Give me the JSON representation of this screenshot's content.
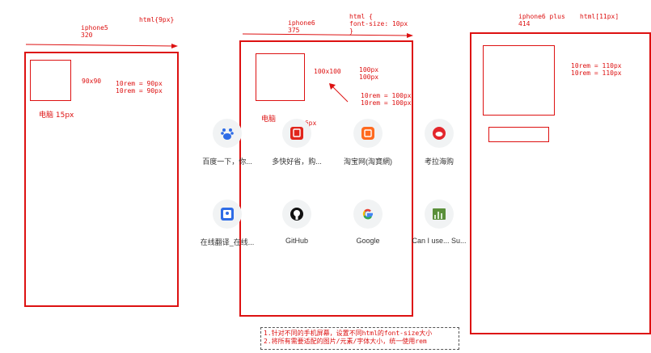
{
  "left": {
    "device": "iphone5",
    "width": "320",
    "html_note": "html{9px}",
    "box_size": "90x90",
    "rem1": "10rem = 90px",
    "rem2": "10rem = 90px",
    "pc_note": "电脑 15px"
  },
  "middle": {
    "device": "iphone6",
    "width": "375",
    "html_note": "html {\nfont-size: 10px\n}",
    "box_size": "100x100",
    "px_note": "100px\n100px",
    "rem1": "10rem = 100px",
    "rem2": "10rem = 100px",
    "pc_note": "电脑",
    "px16": "16px"
  },
  "right": {
    "device": "iphone6 plus",
    "width": "414",
    "html_note": "html[11px]",
    "rem1": "10rem = 110px",
    "rem2": "10rem = 110px"
  },
  "shortcuts": [
    {
      "label": "百度一下，你...",
      "icon": "baidu-icon"
    },
    {
      "label": "多快好省，购...",
      "icon": "jd-icon"
    },
    {
      "label": "淘宝网(淘寶網)",
      "icon": "taobao-icon"
    },
    {
      "label": "考拉海购",
      "icon": "kaola-icon"
    },
    {
      "label": "在线翻译_在线...",
      "icon": "translate-icon"
    },
    {
      "label": "GitHub",
      "icon": "github-icon"
    },
    {
      "label": "Google",
      "icon": "google-icon"
    },
    {
      "label": "Can I use... Su...",
      "icon": "caniuse-icon"
    }
  ],
  "notes": {
    "line1": "1.针对不同的手机屏幕，设置不同html的font-size大小",
    "line2": "2.将所有需要适配的图片/元素/字体大小，统一使用rem"
  },
  "colors": {
    "accent": "#dd1111",
    "tile_bg": "#f1f3f4"
  }
}
